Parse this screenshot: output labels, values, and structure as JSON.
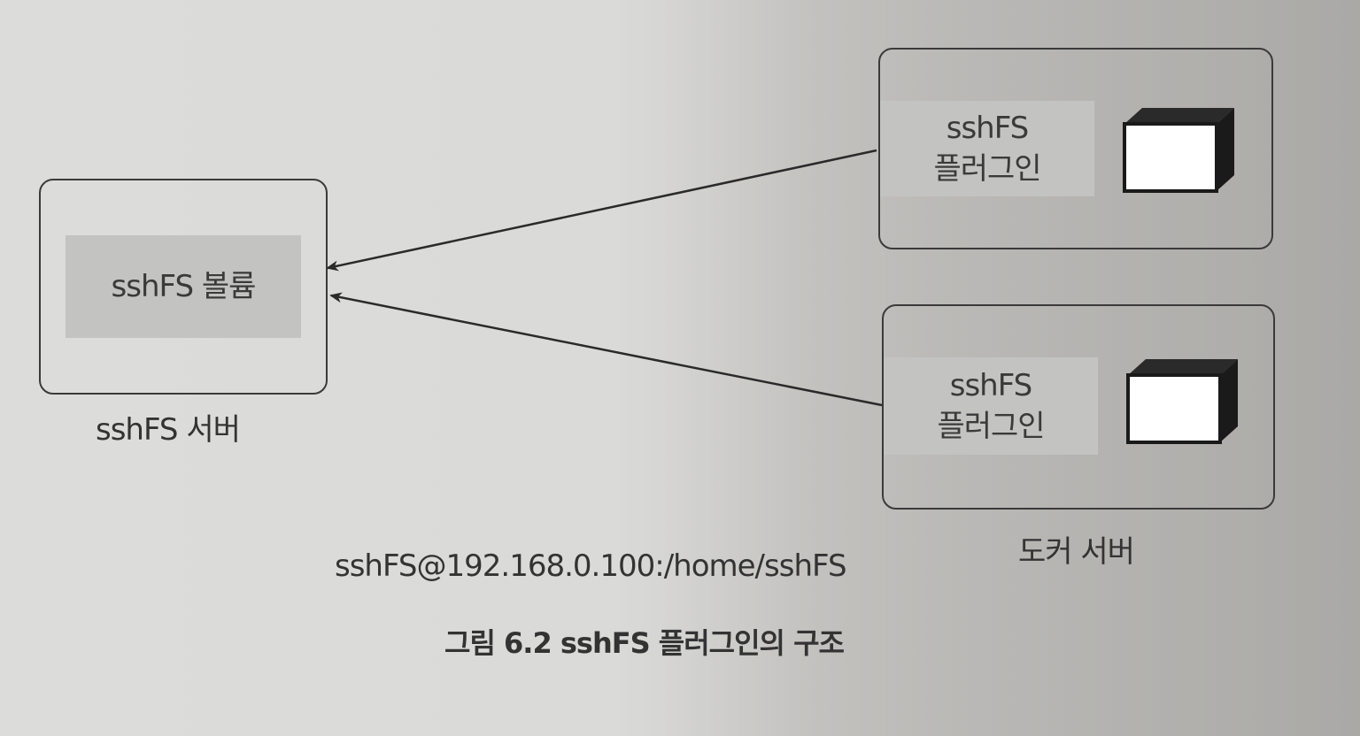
{
  "server": {
    "volume_label": "sshFS 볼륨",
    "caption": "sshFS 서버"
  },
  "docker": {
    "plugin_top": {
      "line1": "sshFS",
      "line2": "플러그인"
    },
    "plugin_bottom": {
      "line1": "sshFS",
      "line2": "플러그인"
    },
    "caption": "도커 서버"
  },
  "path_text": "sshFS@192.168.0.100:/home/sshFS",
  "figure_caption": "그림 6.2 sshFS 플러그인의 구조",
  "icons": [
    "cube-icon",
    "cube-icon"
  ]
}
